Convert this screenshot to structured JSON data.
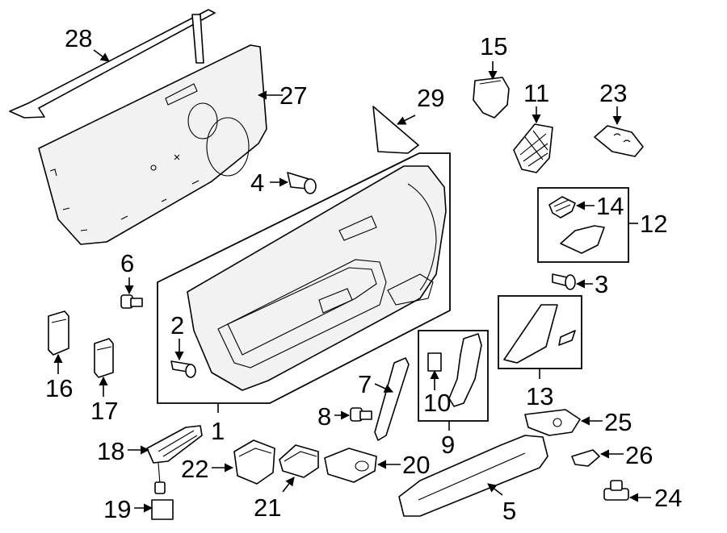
{
  "callouts": [
    "1",
    "2",
    "3",
    "4",
    "5",
    "6",
    "7",
    "8",
    "9",
    "10",
    "11",
    "12",
    "13",
    "14",
    "15",
    "16",
    "17",
    "18",
    "19",
    "20",
    "21",
    "22",
    "23",
    "24",
    "25",
    "26",
    "27",
    "28",
    "29"
  ],
  "colors": {
    "line": "#000000",
    "background": "#ffffff",
    "part_fill": "#ffffff",
    "shade": "#f2f2f2"
  }
}
